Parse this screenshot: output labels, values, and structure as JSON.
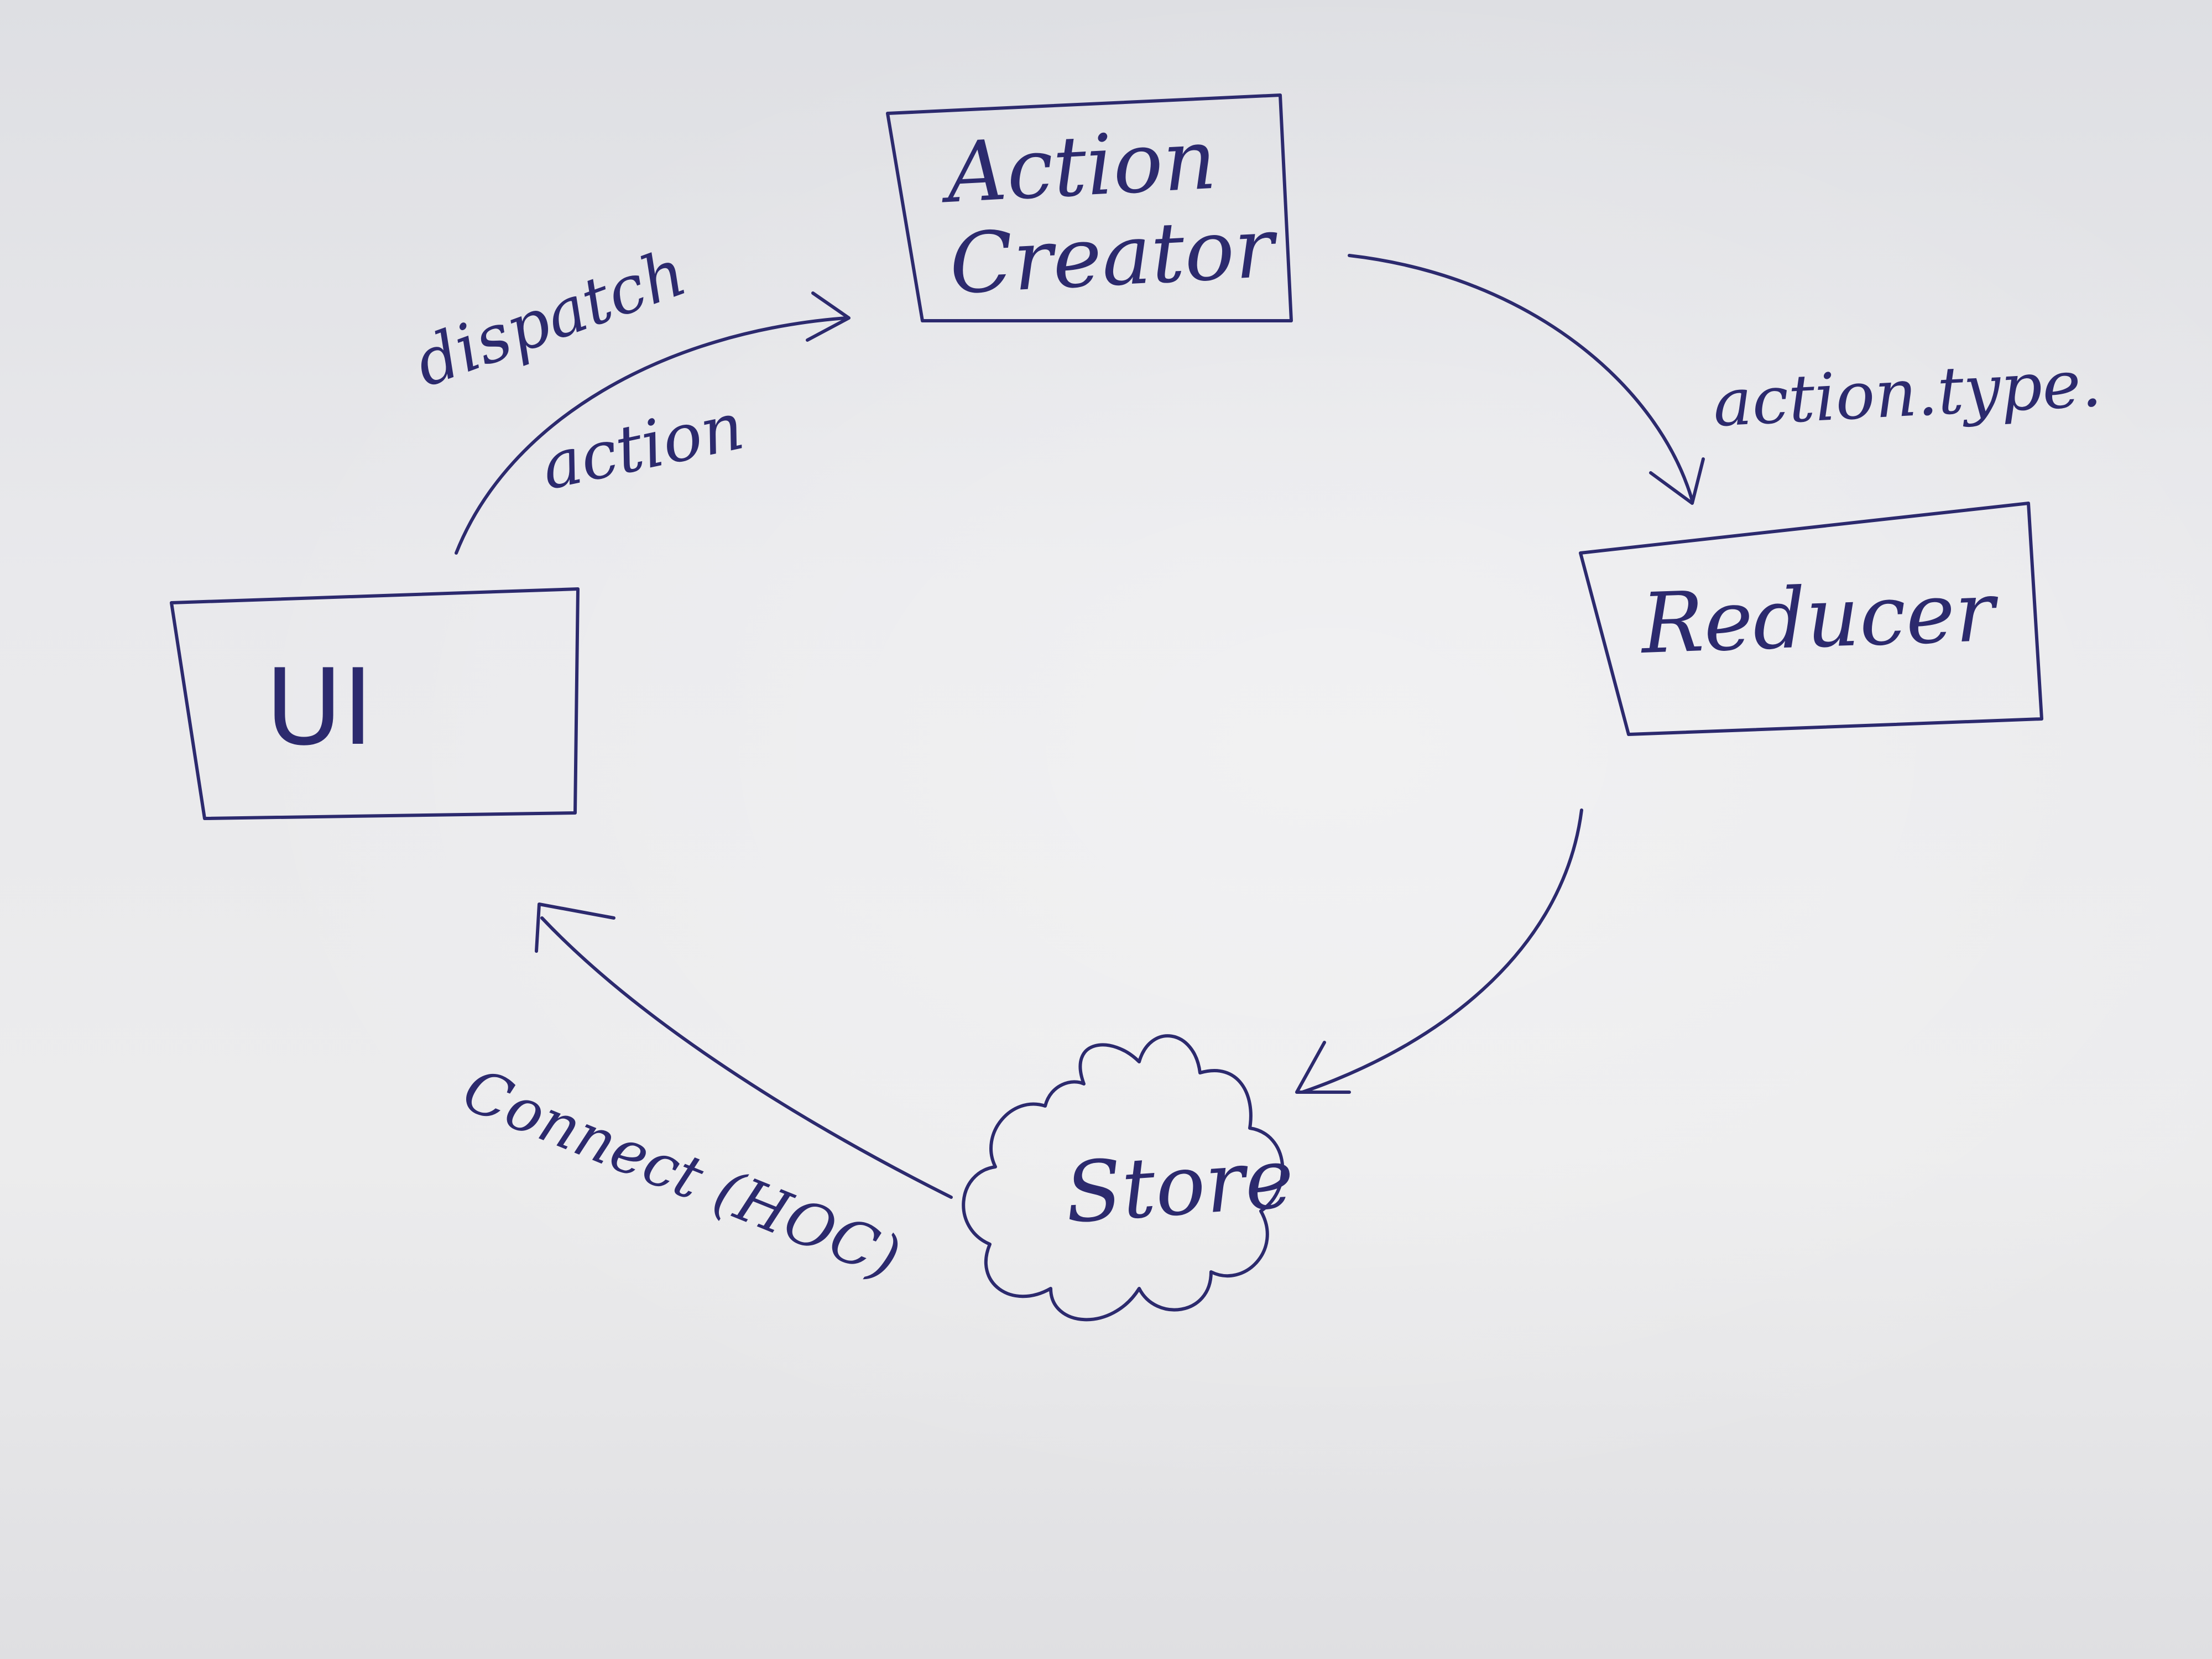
{
  "nodes": {
    "action_creator": {
      "line1": "Action",
      "line2": "Creator"
    },
    "reducer": {
      "label": "Reducer"
    },
    "store": {
      "label": "Store"
    },
    "ui": {
      "label": "UI"
    }
  },
  "edges": {
    "dispatch": {
      "label1": "dispatch",
      "label2": "action"
    },
    "action_type": {
      "label": "action.type."
    },
    "connect": {
      "label": "Connect (HOC)"
    }
  },
  "colors": {
    "ink": "#2c2a6e",
    "paper": "#e9e9ec"
  }
}
